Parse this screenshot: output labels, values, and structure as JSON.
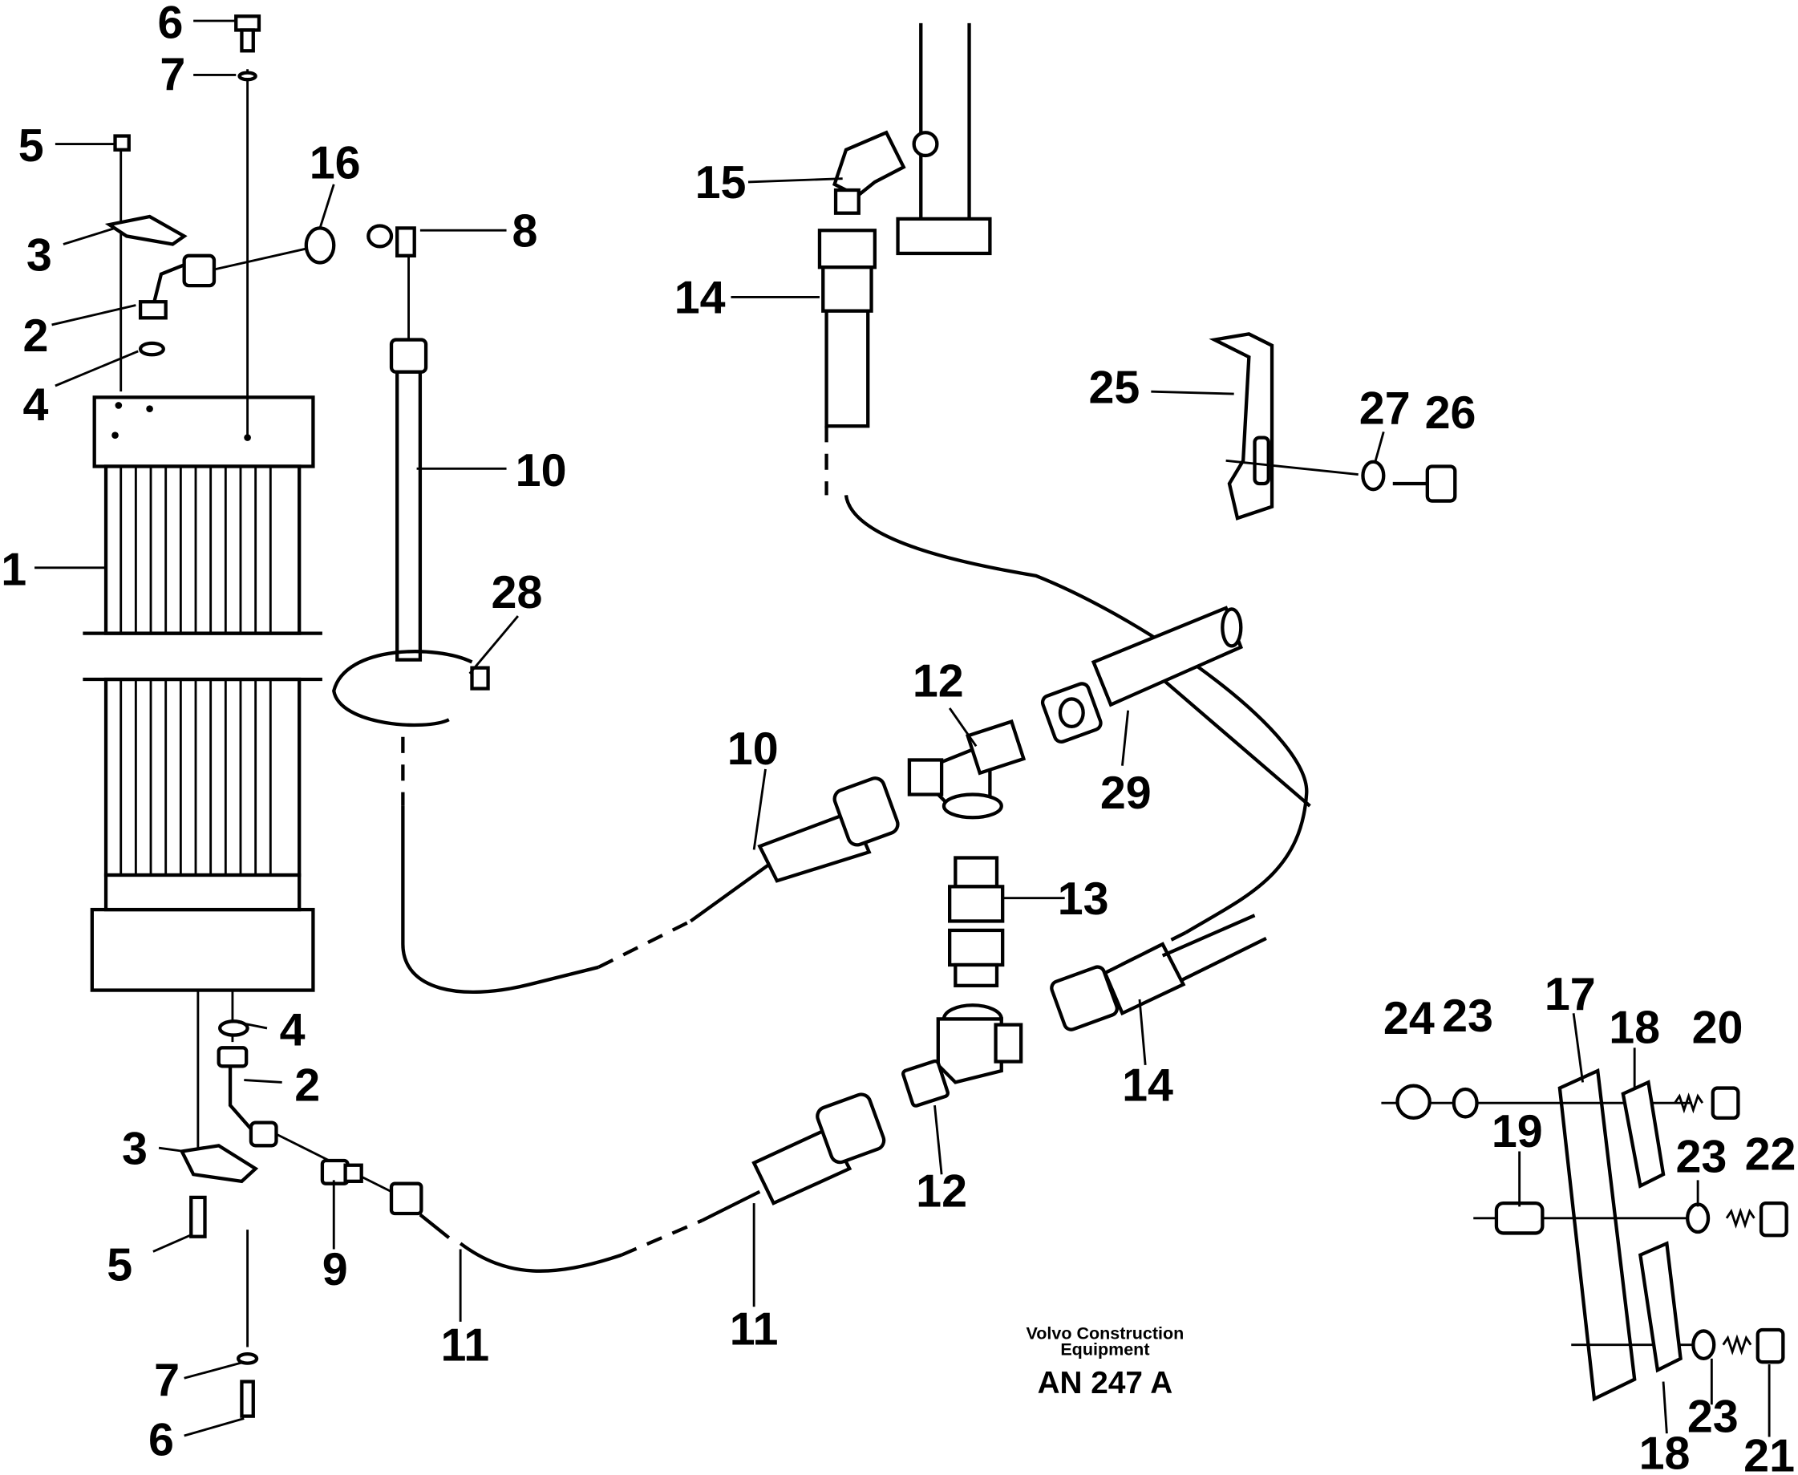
{
  "labels": {
    "l1": "1",
    "l2a": "2",
    "l2b": "2",
    "l3a": "3",
    "l3b": "3",
    "l4a": "4",
    "l4b": "4",
    "l5a": "5",
    "l5b": "5",
    "l6a": "6",
    "l6b": "6",
    "l7a": "7",
    "l7b": "7",
    "l8": "8",
    "l9": "9",
    "l10a": "10",
    "l10b": "10",
    "l11a": "11",
    "l11b": "11",
    "l12a": "12",
    "l12b": "12",
    "l13": "13",
    "l14a": "14",
    "l14b": "14",
    "l15": "15",
    "l16": "16",
    "l17": "17",
    "l18a": "18",
    "l18b": "18",
    "l19": "19",
    "l20": "20",
    "l21": "21",
    "l22": "22",
    "l23a": "23",
    "l23b": "23",
    "l23c": "23",
    "l24": "24",
    "l25": "25",
    "l26": "26",
    "l27": "27",
    "l28": "28",
    "l29": "29"
  },
  "caption": {
    "line1": "Volvo Construction",
    "line2": "Equipment",
    "code": "AN 247 A"
  }
}
